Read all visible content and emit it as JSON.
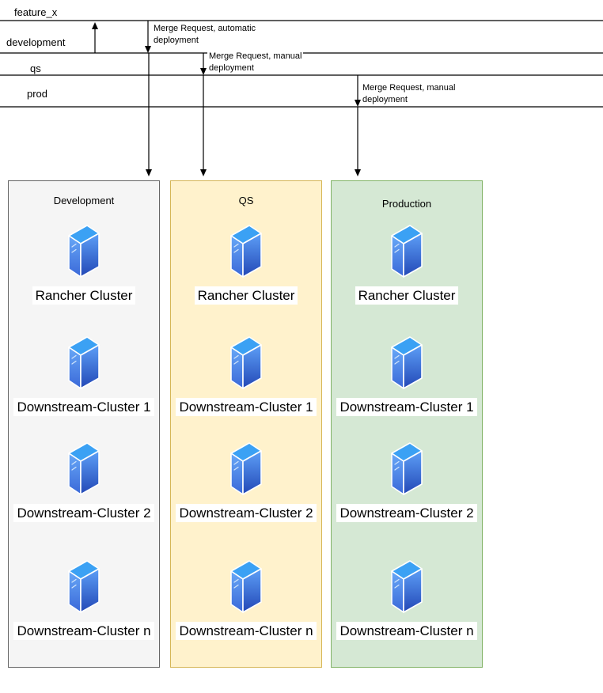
{
  "branches": [
    {
      "label": "feature_x"
    },
    {
      "label": "development"
    },
    {
      "label": "qs"
    },
    {
      "label": "prod"
    }
  ],
  "merge_arrows": [
    {
      "line1": "Merge Request, automatic",
      "line2": "deployment"
    },
    {
      "line1": "Merge Request, manual",
      "line2": "deployment"
    },
    {
      "line1": "Merge Request, manual",
      "line2": "deployment"
    }
  ],
  "environments": [
    {
      "title": "Development",
      "fill": "#f5f5f5",
      "border": "#666666",
      "clusters": [
        "Rancher Cluster",
        "Downstream-Cluster 1",
        "Downstream-Cluster 2",
        "Downstream-Cluster n"
      ]
    },
    {
      "title": "QS",
      "fill": "#fff2cc",
      "border": "#d6b656",
      "clusters": [
        "Rancher Cluster",
        "Downstream-Cluster 1",
        "Downstream-Cluster 2",
        "Downstream-Cluster n"
      ]
    },
    {
      "title": "Production",
      "fill": "#d5e8d4",
      "border": "#82b366",
      "clusters": [
        "Rancher Cluster",
        "Downstream-Cluster 1",
        "Downstream-Cluster 2",
        "Downstream-Cluster n"
      ]
    }
  ],
  "icons": {
    "server": "server-icon"
  },
  "colors": {
    "line": "#000000",
    "label_bg": "#ffffff",
    "server": {
      "top": "#3ba1f4",
      "left_top": "#68a8f7",
      "left_bottom": "#3a68d8",
      "right_top": "#5d9ff7",
      "right_bottom": "#2348b6",
      "outline": "#ffffff",
      "slash": "#cfe4fb"
    }
  }
}
